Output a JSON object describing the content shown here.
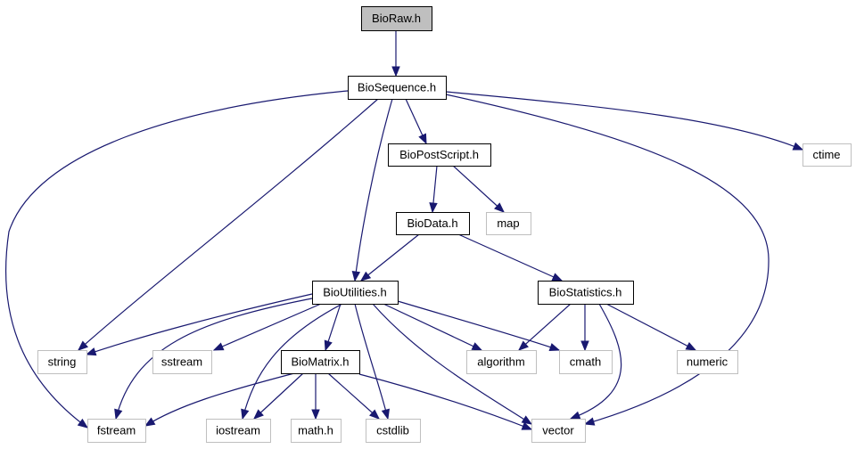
{
  "graph": {
    "nodes": {
      "bioraw": {
        "label": "BioRaw.h",
        "kind": "root"
      },
      "biosequence": {
        "label": "BioSequence.h",
        "kind": "primary"
      },
      "biopostscript": {
        "label": "BioPostScript.h",
        "kind": "primary"
      },
      "ctime": {
        "label": "ctime",
        "kind": "system"
      },
      "biodata": {
        "label": "BioData.h",
        "kind": "primary"
      },
      "map": {
        "label": "map",
        "kind": "system"
      },
      "bioutilities": {
        "label": "BioUtilities.h",
        "kind": "primary"
      },
      "biostatistics": {
        "label": "BioStatistics.h",
        "kind": "primary"
      },
      "string": {
        "label": "string",
        "kind": "system"
      },
      "sstream": {
        "label": "sstream",
        "kind": "system"
      },
      "biomatrix": {
        "label": "BioMatrix.h",
        "kind": "primary"
      },
      "algorithm": {
        "label": "algorithm",
        "kind": "system"
      },
      "cmath": {
        "label": "cmath",
        "kind": "system"
      },
      "numeric": {
        "label": "numeric",
        "kind": "system"
      },
      "fstream": {
        "label": "fstream",
        "kind": "system"
      },
      "iostream": {
        "label": "iostream",
        "kind": "system"
      },
      "math_h": {
        "label": "math.h",
        "kind": "system"
      },
      "cstdlib": {
        "label": "cstdlib",
        "kind": "system"
      },
      "vector": {
        "label": "vector",
        "kind": "system"
      }
    },
    "edges": [
      {
        "from": "bioraw",
        "to": "biosequence"
      },
      {
        "from": "biosequence",
        "to": "biopostscript"
      },
      {
        "from": "biosequence",
        "to": "ctime"
      },
      {
        "from": "biosequence",
        "to": "string"
      },
      {
        "from": "biosequence",
        "to": "fstream"
      },
      {
        "from": "biosequence",
        "to": "bioutilities"
      },
      {
        "from": "biosequence",
        "to": "vector"
      },
      {
        "from": "biopostscript",
        "to": "biodata"
      },
      {
        "from": "biopostscript",
        "to": "map"
      },
      {
        "from": "biodata",
        "to": "bioutilities"
      },
      {
        "from": "biodata",
        "to": "biostatistics"
      },
      {
        "from": "bioutilities",
        "to": "string"
      },
      {
        "from": "bioutilities",
        "to": "sstream"
      },
      {
        "from": "bioutilities",
        "to": "fstream"
      },
      {
        "from": "bioutilities",
        "to": "biomatrix"
      },
      {
        "from": "bioutilities",
        "to": "iostream"
      },
      {
        "from": "bioutilities",
        "to": "cstdlib"
      },
      {
        "from": "bioutilities",
        "to": "algorithm"
      },
      {
        "from": "bioutilities",
        "to": "cmath"
      },
      {
        "from": "bioutilities",
        "to": "vector"
      },
      {
        "from": "biostatistics",
        "to": "algorithm"
      },
      {
        "from": "biostatistics",
        "to": "cmath"
      },
      {
        "from": "biostatistics",
        "to": "numeric"
      },
      {
        "from": "biostatistics",
        "to": "vector"
      },
      {
        "from": "biomatrix",
        "to": "fstream"
      },
      {
        "from": "biomatrix",
        "to": "iostream"
      },
      {
        "from": "biomatrix",
        "to": "math_h"
      },
      {
        "from": "biomatrix",
        "to": "cstdlib"
      },
      {
        "from": "biomatrix",
        "to": "vector"
      }
    ]
  },
  "colors": {
    "edge": "#191970",
    "root_fill": "#bfbfbf",
    "system_border": "#bfbfbf",
    "primary_border": "#000000"
  }
}
